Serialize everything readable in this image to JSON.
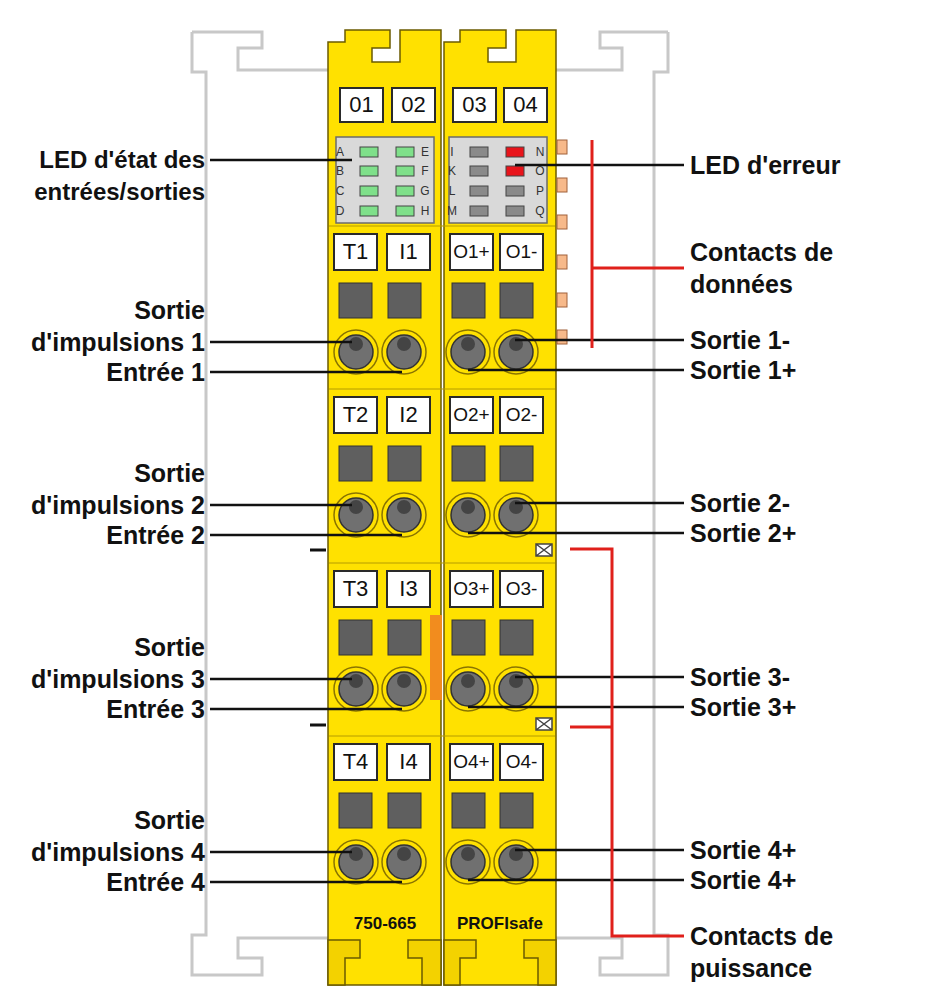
{
  "diagram": {
    "labels": [
      "01",
      "02",
      "03",
      "04",
      "LED d'état des entrées/sorties",
      "A",
      "B",
      "C",
      "D",
      "E",
      "F",
      "G",
      "H",
      "I",
      "K",
      "L",
      "M",
      "N",
      "O",
      "P",
      "Q",
      "LED d'erreur",
      "Contacts de données",
      "T1",
      "I1",
      "O1+",
      "O1-",
      "Sortie d'impulsions 1",
      "Entrée 1",
      "Sortie 1-",
      "Sortie 1+",
      "T2",
      "I2",
      "O2+",
      "O2-",
      "Sortie d'impulsions 2",
      "Entrée 2",
      "Sortie 2-",
      "Sortie 2+",
      "T3",
      "I3",
      "O3+",
      "O3-",
      "Sortie d'impulsions 3",
      "Entrée 3",
      "Sortie 3-",
      "Sortie 3+",
      "T4",
      "I4",
      "O4+",
      "O4-",
      "Sortie d'impulsions 4",
      "Entrée 4",
      "Sortie 4+",
      "Sortie 4+",
      "750-665",
      "PROFIsafe",
      "Contacts de puissance"
    ]
  }
}
